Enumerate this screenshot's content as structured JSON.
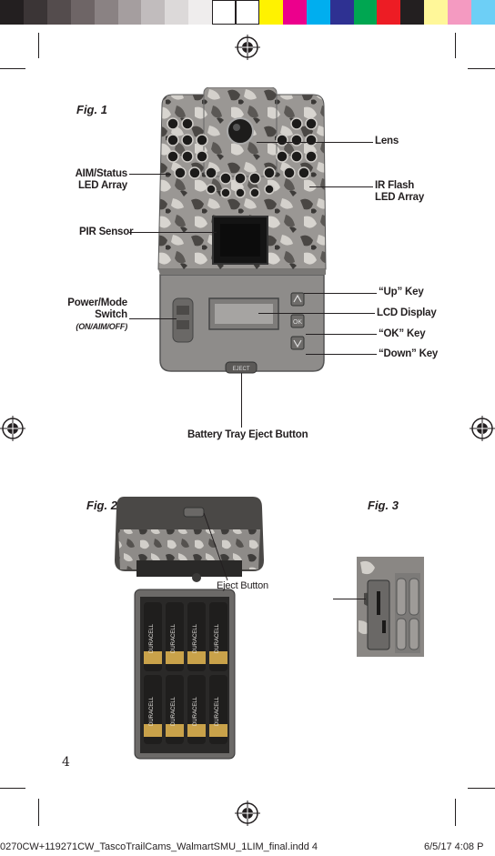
{
  "colorbar": {
    "swatches": [
      "#231f20",
      "#3b3536",
      "#544c4d",
      "#6e6566",
      "#8a8283",
      "#a59e9f",
      "#c1bcbd",
      "#dcd9d9",
      "#efeded",
      "#ffffff",
      "#ffffff",
      "#fff200",
      "#ec008c",
      "#00aeef",
      "#2e3192",
      "#00a651",
      "#ed1c24",
      "#231f20",
      "#fff799",
      "#f49ac1",
      "#6dcff6"
    ]
  },
  "figure1": {
    "title": "Fig. 1",
    "labels": {
      "lens": "Lens",
      "aim_status_line1": "AIM/Status",
      "aim_status_line2": "LED Array",
      "ir_flash_line1": "IR Flash",
      "ir_flash_line2": "LED Array",
      "pir_sensor": "PIR Sensor",
      "power_mode_line1": "Power/Mode",
      "power_mode_line2": "Switch",
      "power_mode_line3": "(ON/AIM/OFF)",
      "up_key": "“Up” Key",
      "lcd_display": "LCD Display",
      "ok_key": "“OK” Key",
      "down_key": "“Down” Key",
      "battery_tray": "Battery Tray Eject Button"
    },
    "camera_text": {
      "ok_button": "OK",
      "eject_button": "EJECT"
    }
  },
  "figure2": {
    "title": "Fig. 2",
    "eject_label": "Eject Button",
    "batteries": [
      "DURACELL",
      "DURACELL",
      "DURACELL",
      "DURACELL",
      "DURACELL",
      "DURACELL",
      "DURACELL",
      "DURACELL"
    ]
  },
  "figure3": {
    "title": "Fig. 3"
  },
  "page": {
    "number": "4",
    "footer_left": "0270CW+119271CW_TascoTrailCams_WalmartSMU_1LIM_final.indd   4",
    "footer_right": "6/5/17   4:08 P"
  }
}
